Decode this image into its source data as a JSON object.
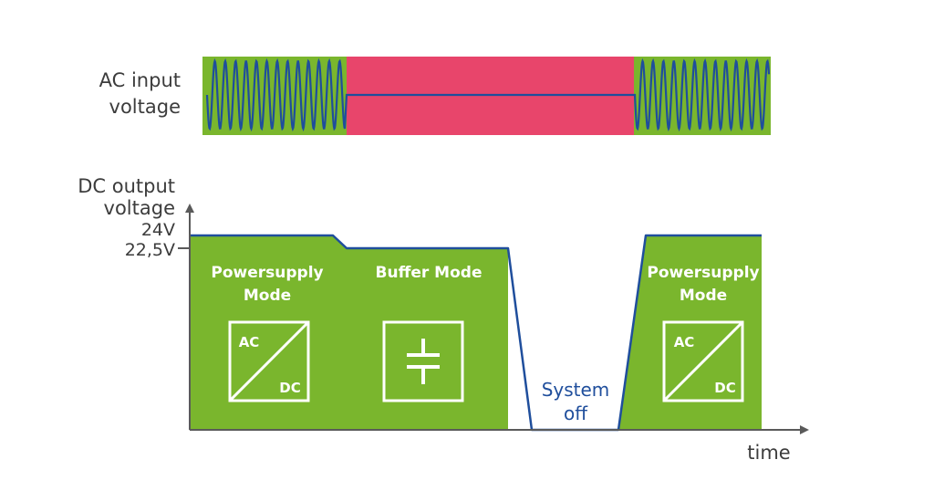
{
  "ac_input": {
    "label_line1": "AC input",
    "label_line2": "voltage"
  },
  "dc_output": {
    "label_line1": "DC output",
    "label_line2": "voltage",
    "tick_high": "24V",
    "tick_low": "22,5V"
  },
  "x_axis_label": "time",
  "modes": {
    "powersupply_left_line1": "Powersupply",
    "powersupply_left_line2": "Mode",
    "buffer": "Buffer Mode",
    "system_off_line1": "System",
    "system_off_line2": "off",
    "powersupply_right_line1": "Powersupply",
    "powersupply_right_line2": "Mode"
  },
  "symbols": {
    "ac_dc_left_ac": "AC",
    "ac_dc_left_dc": "DC",
    "ac_dc_right_ac": "AC",
    "ac_dc_right_dc": "DC",
    "left_icon": "ac-dc-converter-icon",
    "center_icon": "capacitor-icon",
    "right_icon": "ac-dc-converter-icon"
  },
  "colors": {
    "green": "#7ab62d",
    "red": "#e8456b",
    "blue": "#1f4e9c",
    "axis": "#5a5a5a"
  }
}
